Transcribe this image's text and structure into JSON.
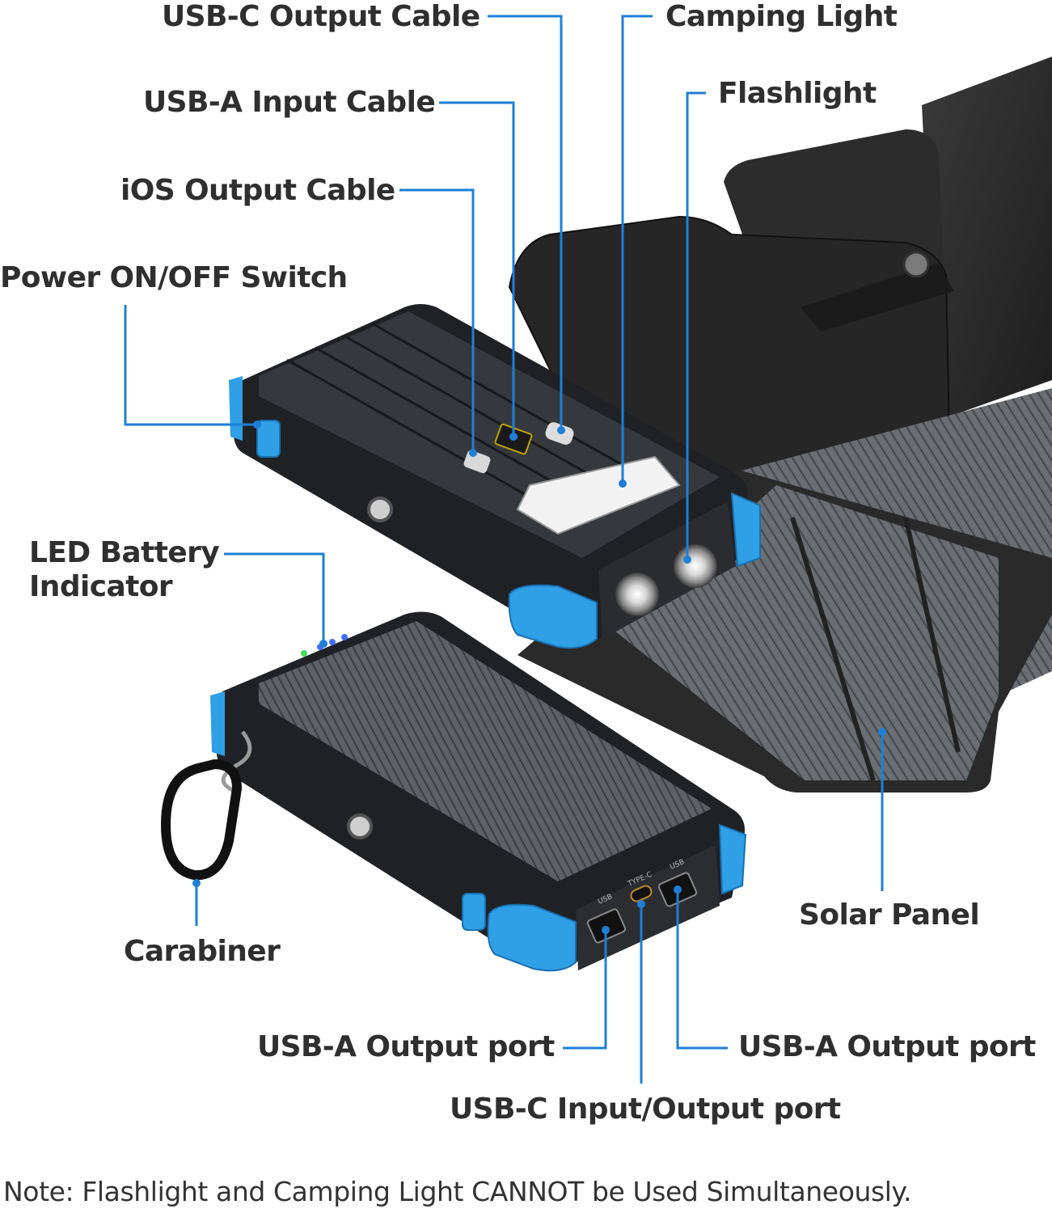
{
  "labels": {
    "usb_c_output_cable": "USB-C Output Cable",
    "camping_light": "Camping Light",
    "usb_a_input_cable": "USB-A Input Cable",
    "flashlight": "Flashlight",
    "ios_output_cable": "iOS Output Cable",
    "power_switch": "Power ON/OFF Switch",
    "led_indicator_line1": "LED Battery",
    "led_indicator_line2": "Indicator",
    "carabiner": "Carabiner",
    "solar_panel": "Solar Panel",
    "usb_a_output_port_left": "USB-A Output port",
    "usb_a_output_port_right": "USB-A Output port",
    "usb_c_io_port": "USB-C Input/Output port"
  },
  "device_markings": {
    "port_usb_1": "USB",
    "port_type_c": "TYPE-C",
    "port_usb_2": "USB"
  },
  "note": "Note: Flashlight and Camping Light CANNOT be Used Simultaneously.",
  "colors": {
    "callout": "#1f7fd6",
    "accent_blue": "#2f9fe6",
    "body_dark": "#2b2d30",
    "leather": "#2a2a2a",
    "solar_cell": "#5a5e63",
    "text": "#2f2f2f"
  }
}
